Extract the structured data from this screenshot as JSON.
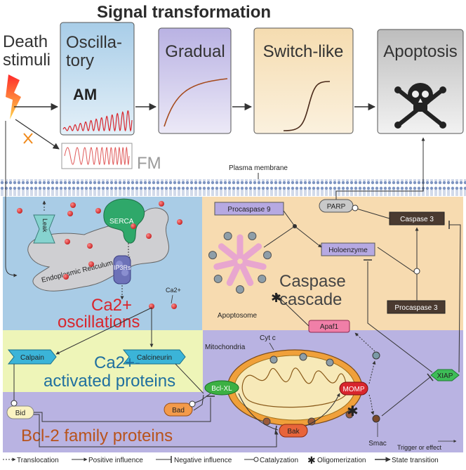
{
  "title": "Signal transformation",
  "death_stimuli": [
    "Death",
    "stimuli"
  ],
  "stages": {
    "oscillatory": [
      "Oscilla-",
      "tory"
    ],
    "am": "AM",
    "gradual": "Gradual",
    "switch_like": "Switch-like",
    "apoptosis": "Apoptosis",
    "fm": "FM"
  },
  "membrane": "Plasma membrane",
  "er": {
    "leak": "Leak",
    "serca": "SERCA",
    "reticulum": "Endoplasmic Reticulum",
    "ip3rs": "IP3Rs",
    "ca": "Ca2+",
    "oscillations_1": "Ca2+",
    "oscillations_2": "oscillations"
  },
  "caspase": {
    "procaspase9": "Procaspase 9",
    "parp": "PARP",
    "caspase3": "Caspase 3",
    "holoenzyme": "Holoenzyme",
    "apoptosome": "Apoptosome",
    "title_1": "Caspase",
    "title_2": "cascade",
    "procaspase3": "Procaspase 3",
    "apaf1": "Apaf1"
  },
  "activated": {
    "calpain": "Calpain",
    "calcineurin": "Calcineurin",
    "title_1": "Ca2+-",
    "title_2": "activated proteins"
  },
  "mito": {
    "cytc": "Cyt c",
    "mitochondria": "Mitochondria",
    "bclx": "Bcl-XL",
    "momp": "MOMP",
    "bak": "Bak",
    "xiap": "XIAP",
    "smac": "Smac"
  },
  "bcl2": {
    "bid": "Bid",
    "bad": "Bad",
    "title": "Bcl-2 family proteins",
    "trigger": "Trigger or effect"
  },
  "legend": {
    "translocation": "Translocation",
    "positive": "Positive influence",
    "negative": "Negative influence",
    "catalyzation": "Catalyzation",
    "oligomerization": "Oligomerization",
    "state": "State transition"
  },
  "colors": {
    "er_panel": "#a9cce6",
    "caspase_panel": "#f7dbb0",
    "activated_panel": "#eef5b8",
    "mito_panel": "#b9b3e2",
    "ca_red": "#d8262d",
    "accent_blue": "#1f6f9f",
    "bcl2_brown": "#b8531c"
  }
}
